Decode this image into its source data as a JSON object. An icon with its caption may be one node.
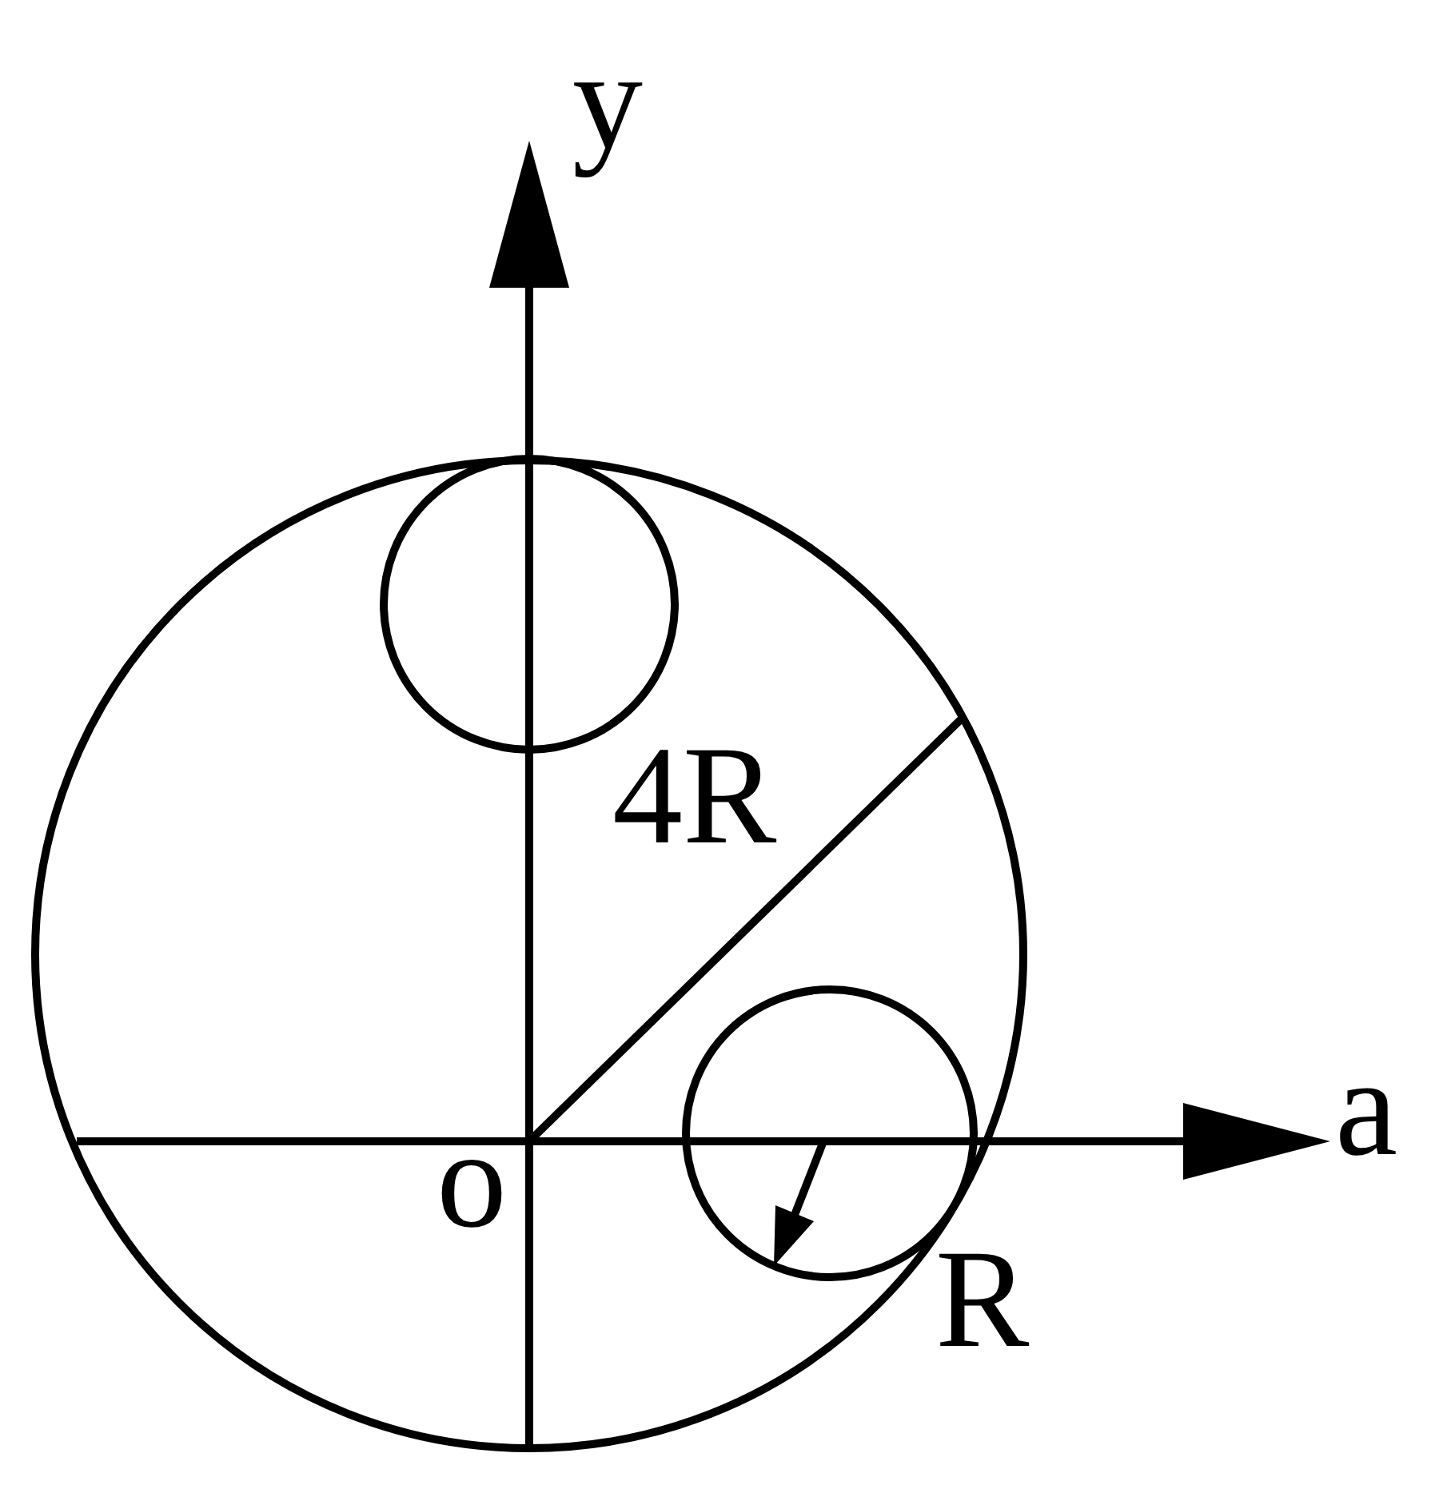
{
  "diagram": {
    "labels": [
      "y",
      "4R",
      "a",
      "o",
      "R"
    ]
  }
}
